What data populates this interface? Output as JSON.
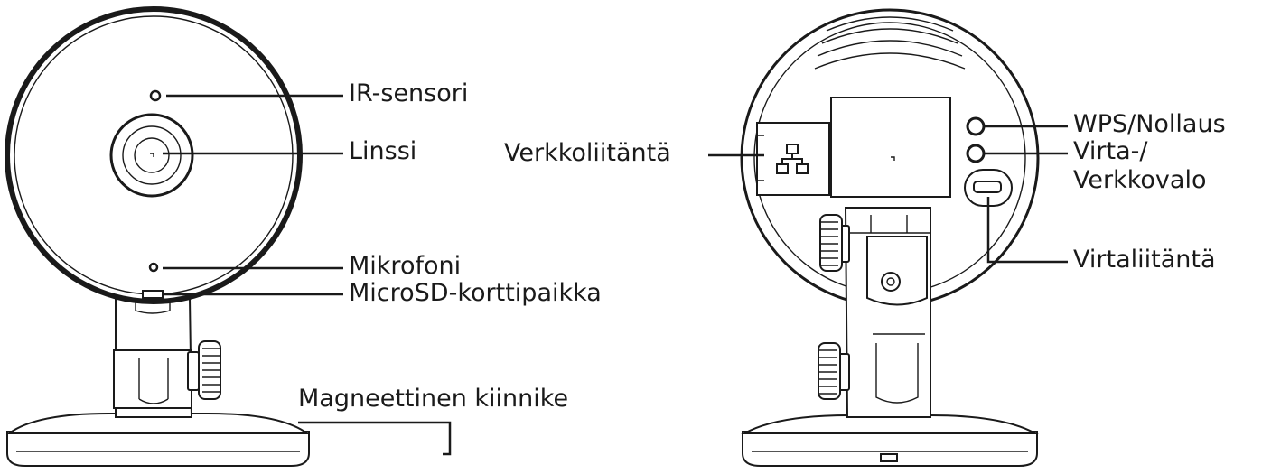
{
  "diagram": {
    "line_color": "#1a1a1a",
    "background": "#ffffff",
    "front_view": {
      "labels": {
        "ir_sensor": "IR-sensori",
        "lens": "Linssi",
        "microphone": "Mikrofoni",
        "microsd_slot": "MicroSD-korttipaikka",
        "magnetic_mount": "Magneettinen kiinnike"
      }
    },
    "back_view": {
      "labels": {
        "network_port": "Verkkoliitäntä",
        "wps_reset": "WPS/Nollaus",
        "power_network_light": "Virta-/\nVerkkovalo",
        "power_port": "Virtaliitäntä"
      },
      "icons": [
        "ethernet-port-icon"
      ]
    }
  }
}
